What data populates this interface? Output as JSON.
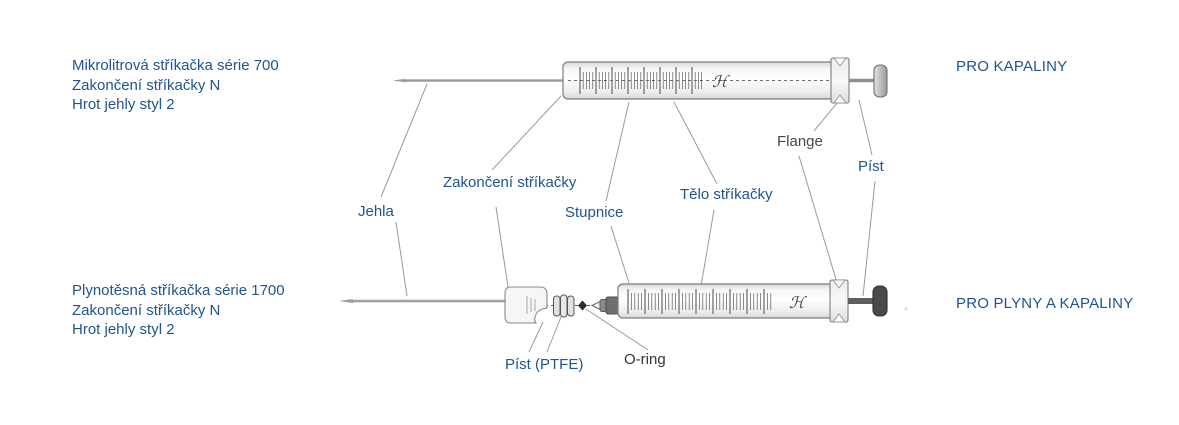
{
  "syringe_700": {
    "title_lines": [
      "Mikrolitrová stříkačka série 700",
      "Zakončení stříkačky N",
      "Hrot jehly styl 2"
    ],
    "usage": "PRO KAPALINY"
  },
  "syringe_1700": {
    "title_lines": [
      "Plynotěsná stříkačka série 1700",
      "Zakončení stříkačky N",
      "Hrot jehly styl 2"
    ],
    "usage": "PRO PLYNY A KAPALINY"
  },
  "part_labels": {
    "needle": "Jehla",
    "termination": "Zakončení stříkačky",
    "scale": "Stupnice",
    "barrel": "Tělo stříkačky",
    "flange": "Flange",
    "plunger": "Píst",
    "plunger_ptfe": "Píst (PTFE)",
    "o_ring": "O-ring"
  },
  "logo_glyph": "ℋ",
  "colors": {
    "label_blue": "#1F5391",
    "label_dark_gray": "#45474C",
    "label_ink": "#33353D",
    "outline_gray": "#7D7D7D",
    "leader_gray": "#9A9A9A"
  }
}
